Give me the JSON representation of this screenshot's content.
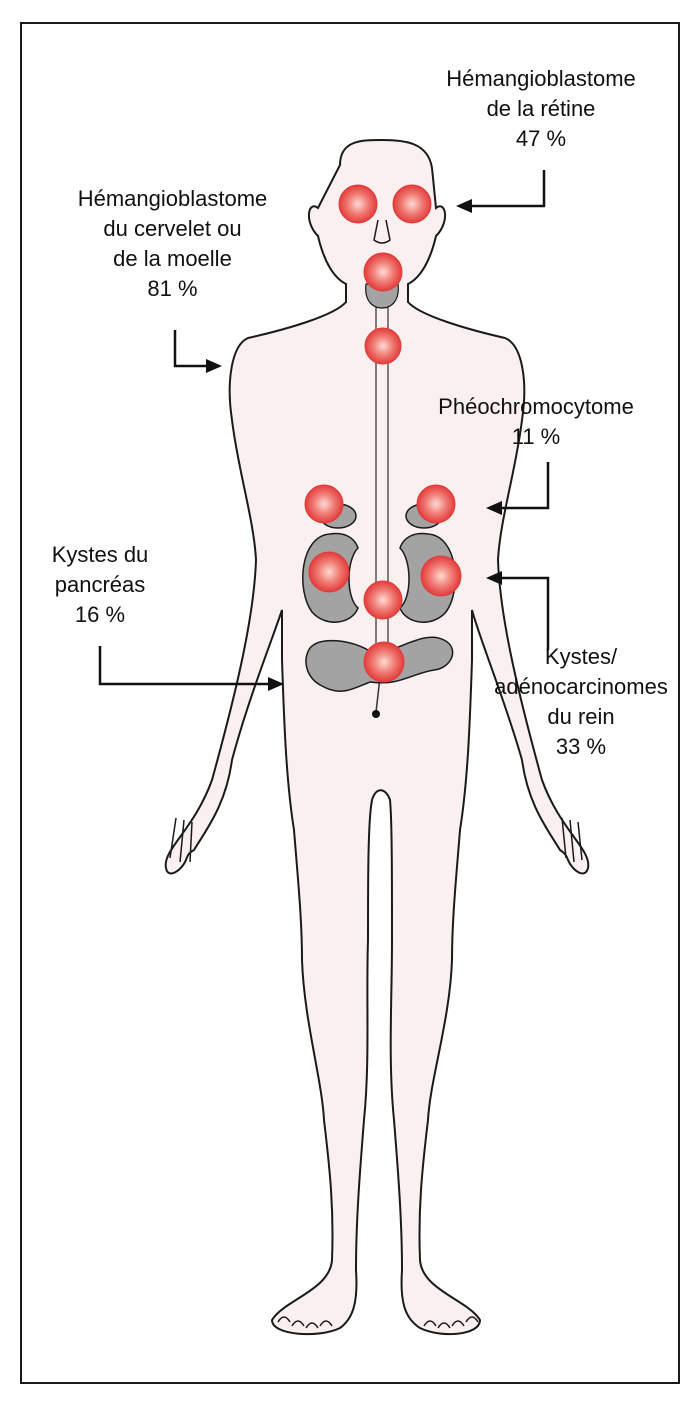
{
  "colors": {
    "body_fill": "#faf0ef",
    "outline": "#1a1a1a",
    "organ_fill": "#a3a3a3",
    "tumor": "#e23c3c",
    "tumor_highlight": "#ffd9d4"
  },
  "labels": {
    "retina": {
      "line1": "Hémangioblastome",
      "line2": "de la rétine",
      "pct": "47 %"
    },
    "cerebellum": {
      "line1": "Hémangioblastome",
      "line2": "du cervelet ou",
      "line3": "de la moelle",
      "pct": "81 %"
    },
    "pheo": {
      "line1": "Phéochromocytome",
      "pct": "11 %"
    },
    "pancreas": {
      "line1": "Kystes du",
      "line2": "pancréas",
      "pct": "16 %"
    },
    "kidney": {
      "line1": "Kystes/",
      "line2": "adénocarcinomes",
      "line3": "du rein",
      "pct": "33 %"
    }
  }
}
